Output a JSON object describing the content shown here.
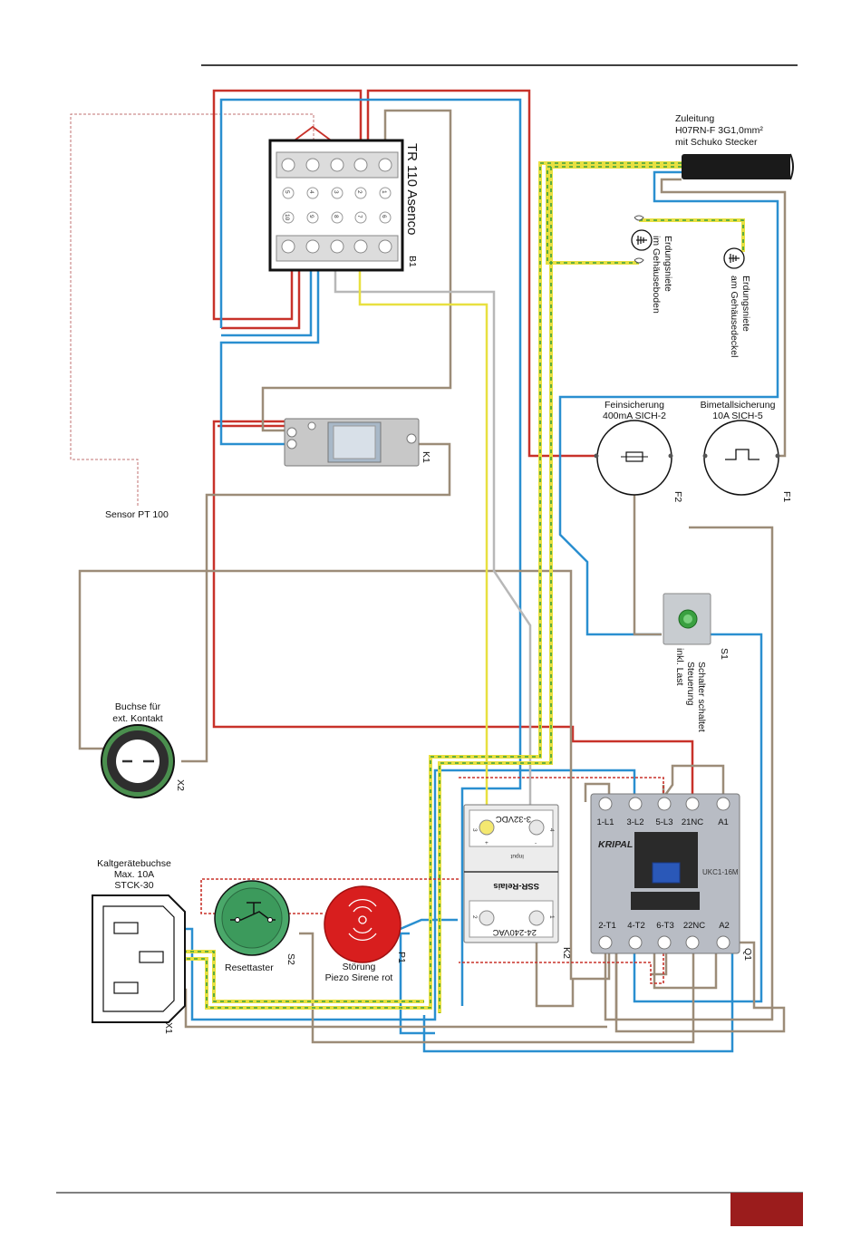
{
  "colors": {
    "red": "#c8322a",
    "blue": "#2a8fd0",
    "brown": "#9c8c78",
    "gray": "#b8b8b8",
    "yellow": "#e8e040",
    "green": "#3aa040",
    "accent": "#9b1c1c"
  },
  "components": {
    "tr110": {
      "title": "TR 110 Asenco",
      "ref": "B1",
      "terminals_top": [
        "5",
        "4",
        "3",
        "2",
        "1"
      ],
      "terminals_bottom": [
        "10",
        "9",
        "8",
        "7",
        "6"
      ]
    },
    "k1": {
      "ref": "K1"
    },
    "sensor": {
      "label": "Sensor PT 100"
    },
    "cable": {
      "line1": "Zuleitung",
      "line2": "H07RN-F 3G1,0mm²",
      "line3": "mit Schuko Stecker"
    },
    "ground_bottom": {
      "line1": "Erdungsniete",
      "line2": "im Gehäuseboden"
    },
    "ground_cover": {
      "line1": "Erdungsniete",
      "line2": "am Gehäusedeckel"
    },
    "f2": {
      "line1": "Feinsicherung",
      "line2": "400mA SICH-2",
      "ref": "F2"
    },
    "f1": {
      "line1": "Bimetallsicherung",
      "line2": "10A SICH-5",
      "ref": "F1"
    },
    "s1": {
      "ref": "S1",
      "line1": "Schalter schaltet",
      "line2": "Steuerung",
      "line3": "inkl. Last"
    },
    "x2": {
      "line1": "Buchse für",
      "line2": "ext. Kontakt",
      "ref": "X2"
    },
    "k2": {
      "ref": "K2",
      "input": "3-32VDC",
      "title": "SSR-Relais",
      "output": "24-240VAC",
      "input_word": "Input",
      "pin3": "3",
      "pin4": "4",
      "pin2": "2",
      "pin1": "1",
      "plus": "+",
      "minus": "-"
    },
    "q1": {
      "ref": "Q1",
      "brand": "KRIPAL",
      "model": "UKC1-16M",
      "top": [
        "1-L1",
        "3-L2",
        "5-L3",
        "21NC",
        "A1"
      ],
      "bottom": [
        "2-T1",
        "4-T2",
        "6-T3",
        "22NC",
        "A2"
      ]
    },
    "x1": {
      "line1": "Kaltgerätebuchse",
      "line2": "Max. 10A",
      "line3": "STCK-30",
      "ref": "X1"
    },
    "s2": {
      "ref": "S2",
      "label": "Resettaster"
    },
    "p1": {
      "ref": "P1",
      "line1": "Störung",
      "line2": "Piezo Sirene rot"
    }
  }
}
